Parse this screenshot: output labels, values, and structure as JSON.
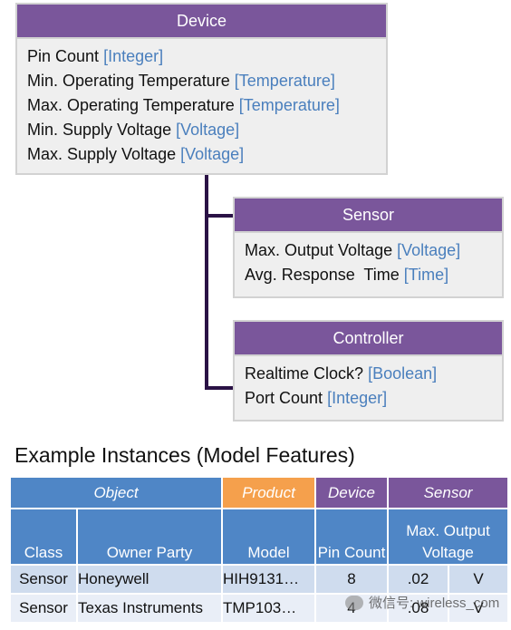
{
  "classes": {
    "device": {
      "name": "Device",
      "attributes": [
        {
          "name": "Pin Count",
          "type": "[Integer]"
        },
        {
          "name": "Min. Operating Temperature",
          "type": "[Temperature]"
        },
        {
          "name": "Max. Operating Temperature",
          "type": "[Temperature]"
        },
        {
          "name": "Min. Supply Voltage",
          "type": "[Voltage]"
        },
        {
          "name": "Max. Supply Voltage",
          "type": "[Voltage]"
        }
      ]
    },
    "sensor": {
      "name": "Sensor",
      "attributes": [
        {
          "name": "Max. Output Voltage",
          "type": "[Voltage]"
        },
        {
          "name": "Avg. Response  Time",
          "type": "[Time]"
        }
      ]
    },
    "controller": {
      "name": "Controller",
      "attributes": [
        {
          "name": "Realtime Clock?",
          "type": "[Boolean]"
        },
        {
          "name": "Port Count",
          "type": "[Integer]"
        }
      ]
    }
  },
  "instances": {
    "title": "Example Instances (Model Features)",
    "groups": {
      "object": "Object",
      "product": "Product",
      "device": "Device",
      "sensor": "Sensor"
    },
    "columns": {
      "class": "Class",
      "owner": "Owner Party",
      "model": "Model",
      "pin_count": "Pin Count",
      "max_output_voltage": "Max. Output Voltage"
    },
    "rows": [
      {
        "class": "Sensor",
        "owner": "Honeywell",
        "model": "HIH9131…",
        "pin_count": "8",
        "value": ".02",
        "unit": "V"
      },
      {
        "class": "Sensor",
        "owner": "Texas Instruments",
        "model": "TMP103…",
        "pin_count": "4",
        "value": ".08",
        "unit": "V"
      }
    ]
  },
  "colors": {
    "class_header": "#7a569b",
    "object_header": "#4f86c6",
    "product_header": "#f5a04c",
    "type_text": "#4a7fbd",
    "connector": "#2a1245"
  },
  "watermark": "微信号: wireless_com"
}
